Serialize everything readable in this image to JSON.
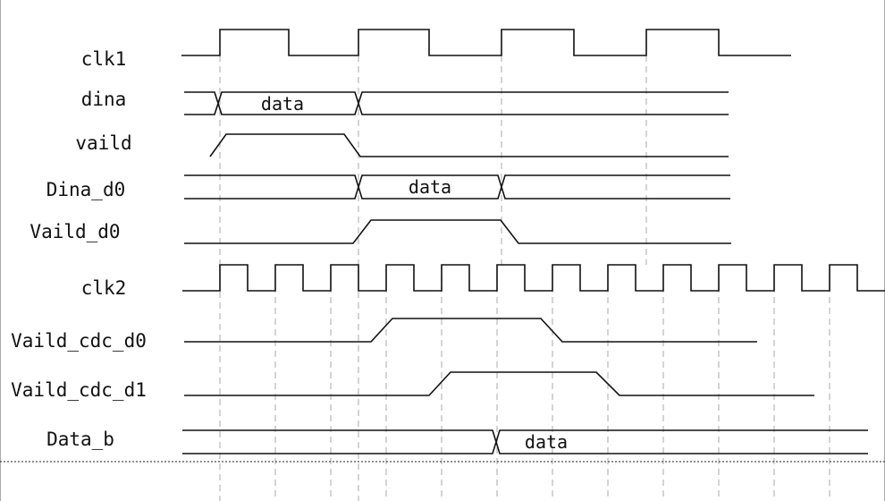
{
  "signals": {
    "clk1": "clk1",
    "dina": "dina",
    "vaild": "vaild",
    "dina_d0": "Dina_d0",
    "vaild_d0": "Vaild_d0",
    "clk2": "clk2",
    "vaild_cdc_d0": "Vaild_cdc_d0",
    "vaild_cdc_d1": "Vaild_cdc_d1",
    "data_b": "Data_b"
  },
  "data_labels": {
    "dina": "data",
    "dina_d0": "data",
    "data_b": "data"
  },
  "colors": {
    "waveform": "#111111",
    "guide": "#b8b8b8"
  }
}
